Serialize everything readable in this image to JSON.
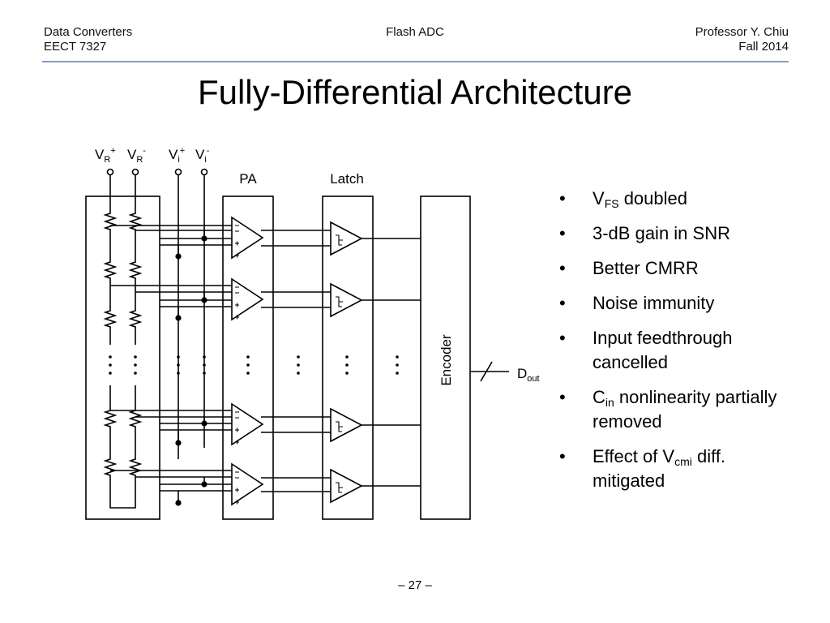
{
  "header": {
    "left_line1": "Data Converters",
    "left_line2": "EECT 7327",
    "center": "Flash ADC",
    "right_line1": "Professor Y. Chiu",
    "right_line2": "Fall 2014"
  },
  "slide": {
    "title": "Fully-Differential Architecture",
    "page_number": "– 27 –"
  },
  "diagram": {
    "vr_plus": {
      "base": "V",
      "sub": "R",
      "sup": "+"
    },
    "vr_minus": {
      "base": "V",
      "sub": "R",
      "sup": "-"
    },
    "vi_plus": {
      "base": "V",
      "sub": "i",
      "sup": "+"
    },
    "vi_minus": {
      "base": "V",
      "sub": "i",
      "sup": "-"
    },
    "pa_label": "PA",
    "latch_label": "Latch",
    "encoder_label": "Encoder",
    "dout": {
      "base": "D",
      "sub": "out"
    }
  },
  "bullets": [
    {
      "pre": "V",
      "sub": "FS",
      "post": " doubled"
    },
    {
      "pre": "3-dB gain in SNR",
      "sub": "",
      "post": ""
    },
    {
      "pre": "Better CMRR",
      "sub": "",
      "post": ""
    },
    {
      "pre": "Noise immunity",
      "sub": "",
      "post": ""
    },
    {
      "pre": "Input feedthrough cancelled",
      "sub": "",
      "post": ""
    },
    {
      "pre": "C",
      "sub": "in",
      "post": " nonlinearity partially removed"
    },
    {
      "pre": "Effect of V",
      "sub": "cmi",
      "post": " diff. mitigated"
    }
  ]
}
